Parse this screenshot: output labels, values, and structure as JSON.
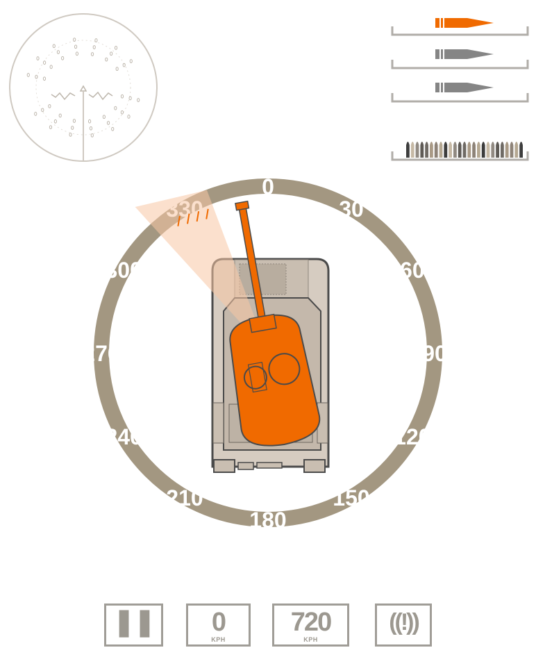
{
  "colors": {
    "accent": "#f06a00",
    "ring": "#a39781",
    "hull": "#d6ccc1",
    "hull_dark": "#c4b8ab",
    "outline": "#4a4a4a",
    "ammo_inactive": "#858585",
    "hud_border": "#a09d97",
    "scope_line": "#cfc9c1"
  },
  "compass": {
    "labels": [
      "0",
      "30",
      "60",
      "90",
      "120",
      "150",
      "180",
      "210",
      "240",
      "270",
      "300",
      "330"
    ],
    "turret_heading_deg": 350
  },
  "ammo": {
    "slots": [
      {
        "type": "shell-icon",
        "selected": true
      },
      {
        "type": "shell-icon",
        "selected": false
      },
      {
        "type": "shell-icon",
        "selected": false
      }
    ],
    "reserve_icon": "rounds-strip-icon"
  },
  "hud": {
    "pause_icon": "pause-icon",
    "speed_value": "0",
    "speed_unit": "KPH",
    "max_speed_value": "720",
    "max_speed_unit": "KPH",
    "warning_icon": "warning-icon"
  }
}
